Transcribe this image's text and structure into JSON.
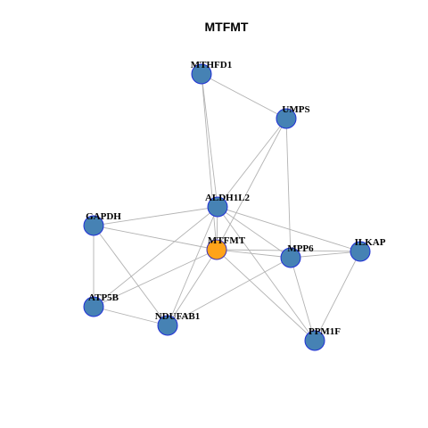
{
  "title": "MTFMT",
  "colors": {
    "background": "#ffffff",
    "edge": "#b3b3b3",
    "node_fill": "#4682b4",
    "node_border": "#1f2fd6",
    "center_fill": "#ffa31a",
    "center_border": "#3a2fb5",
    "label": "#000000"
  },
  "nodes": [
    {
      "id": "MTHFD1",
      "label": "MTHFD1",
      "center": false
    },
    {
      "id": "UMPS",
      "label": "UMPS",
      "center": false
    },
    {
      "id": "ALDH1L2",
      "label": "ALDH1L2",
      "center": false
    },
    {
      "id": "GAPDH",
      "label": "GAPDH",
      "center": false
    },
    {
      "id": "MTFMT",
      "label": "MTFMT",
      "center": true
    },
    {
      "id": "MPP6",
      "label": "MPP6",
      "center": false
    },
    {
      "id": "ILKAP",
      "label": "ILKAP",
      "center": false
    },
    {
      "id": "ATP5B",
      "label": "ATP5B",
      "center": false
    },
    {
      "id": "NDUFAB1",
      "label": "NDUFAB1",
      "center": false
    },
    {
      "id": "PPM1F",
      "label": "PPM1F",
      "center": false
    }
  ],
  "edges": [
    [
      "MTHFD1",
      "UMPS"
    ],
    [
      "MTHFD1",
      "ALDH1L2"
    ],
    [
      "MTHFD1",
      "MTFMT"
    ],
    [
      "UMPS",
      "ALDH1L2"
    ],
    [
      "UMPS",
      "MTFMT"
    ],
    [
      "UMPS",
      "MPP6"
    ],
    [
      "ALDH1L2",
      "GAPDH"
    ],
    [
      "ALDH1L2",
      "MTFMT"
    ],
    [
      "ALDH1L2",
      "MPP6"
    ],
    [
      "ALDH1L2",
      "ILKAP"
    ],
    [
      "ALDH1L2",
      "ATP5B"
    ],
    [
      "ALDH1L2",
      "NDUFAB1"
    ],
    [
      "ALDH1L2",
      "PPM1F"
    ],
    [
      "GAPDH",
      "MTFMT"
    ],
    [
      "GAPDH",
      "ATP5B"
    ],
    [
      "GAPDH",
      "NDUFAB1"
    ],
    [
      "MTFMT",
      "MPP6"
    ],
    [
      "MTFMT",
      "ILKAP"
    ],
    [
      "MTFMT",
      "ATP5B"
    ],
    [
      "MTFMT",
      "NDUFAB1"
    ],
    [
      "MTFMT",
      "PPM1F"
    ],
    [
      "MPP6",
      "ILKAP"
    ],
    [
      "MPP6",
      "PPM1F"
    ],
    [
      "MPP6",
      "NDUFAB1"
    ],
    [
      "ILKAP",
      "PPM1F"
    ],
    [
      "ATP5B",
      "NDUFAB1"
    ]
  ]
}
